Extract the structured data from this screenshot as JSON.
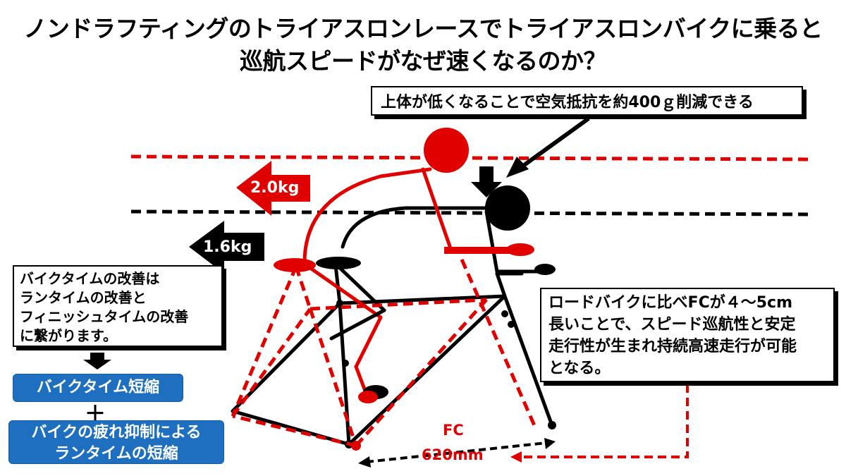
{
  "title": {
    "line1": "ノンドラフティングのトライアスロンレースでトライアスロンバイクに乗ると",
    "line2": "巡航スピードがなぜ速くなるのか？"
  },
  "callouts": {
    "top": "上体が低くなることで空気抵抗を約400ｇ削減できる",
    "right": [
      "ロードバイクに比べFCが４～5cm",
      "長いことで、スピード巡航性と安定",
      "走行性が生まれ持続高速走行が可能",
      "となる。"
    ],
    "left": [
      "バイクタイムの改善は",
      "ランタイムの改善と",
      "フィニッシュタイムの改善",
      "に繋がります。"
    ]
  },
  "arrows": {
    "red_label": "2.0kg",
    "black_label": "1.6kg"
  },
  "boxes": {
    "bike_time": "バイクタイム短縮",
    "plus": "＋",
    "run_time_line1": "バイクの疲れ抑制による",
    "run_time_line2": "ランタイムの短縮"
  },
  "fc": {
    "title": "FC",
    "value": "620mm"
  },
  "colors": {
    "red": "#e00000",
    "black": "#000000",
    "blue": "#1f6fc0"
  }
}
